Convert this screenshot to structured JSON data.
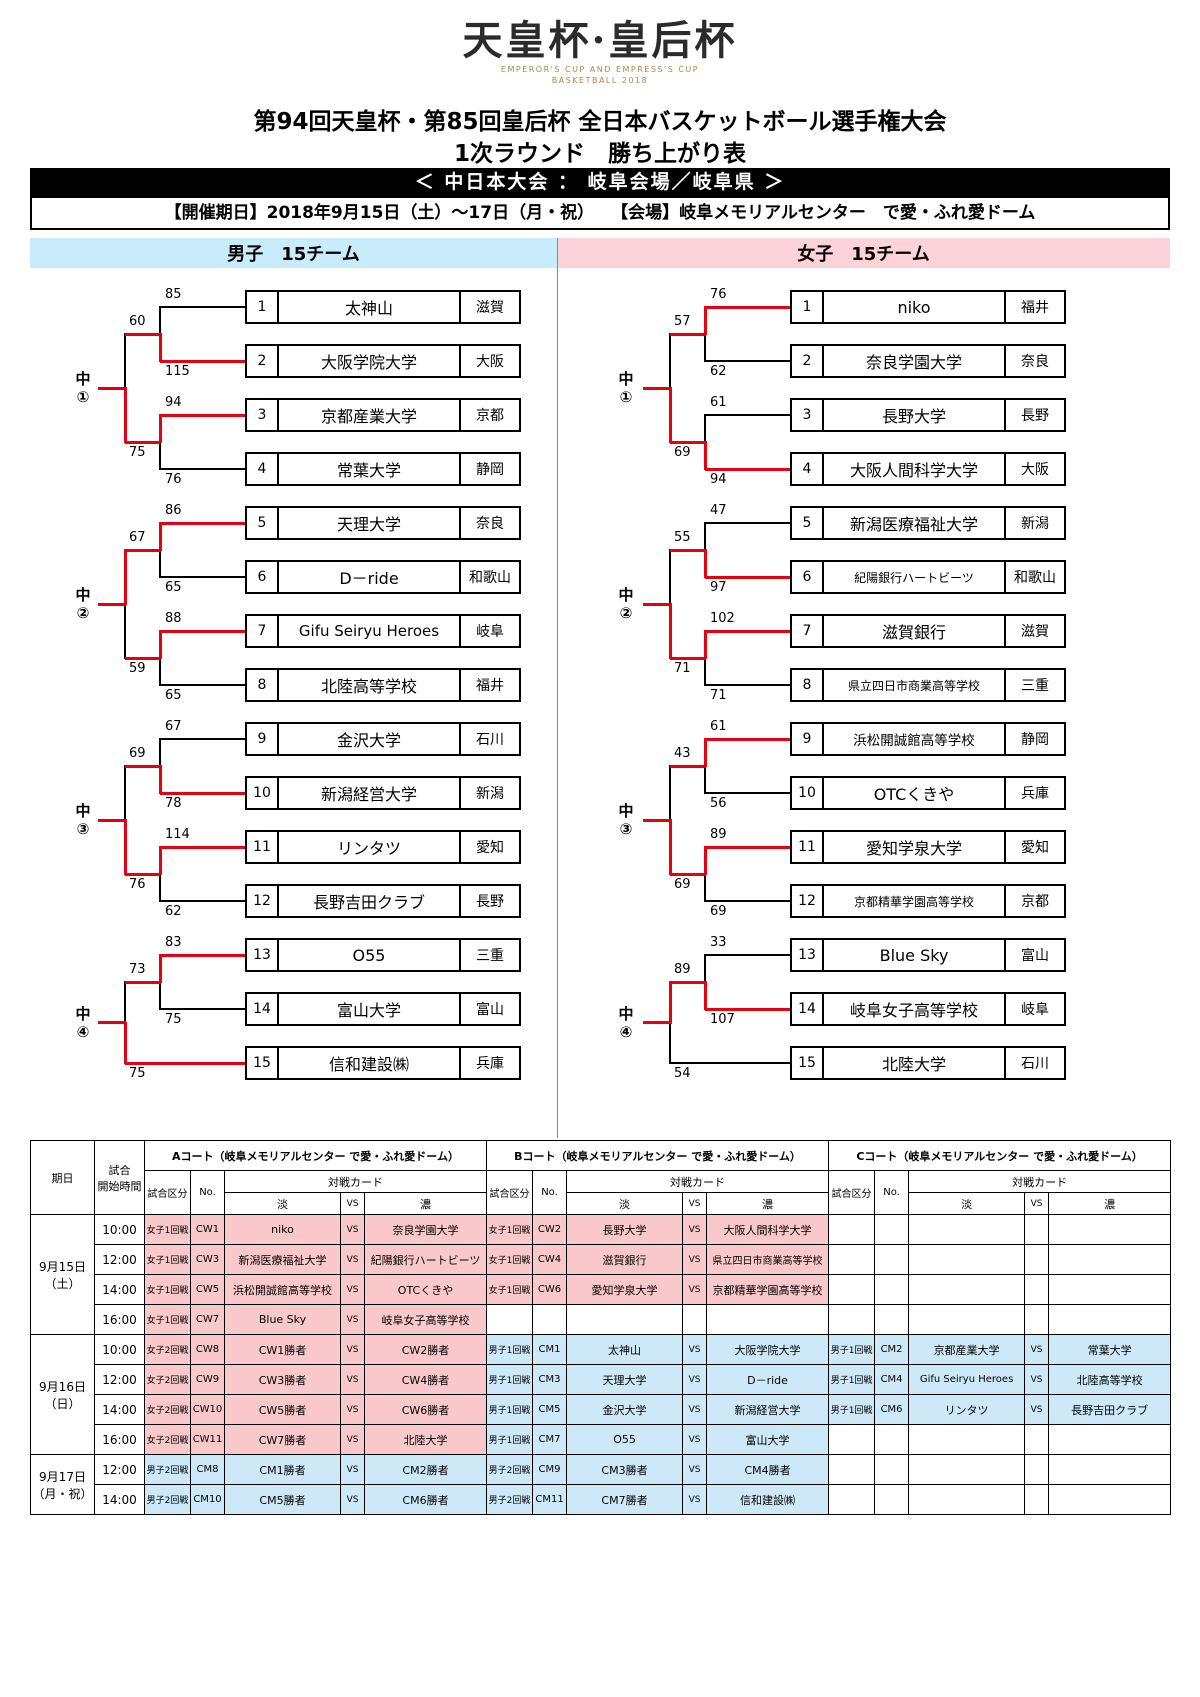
{
  "header": {
    "logo_main": "天皇杯·皇后杯",
    "logo_sub1": "EMPEROR'S CUP AND EMPRESS'S CUP",
    "logo_sub2": "BASKETBALL 2018",
    "title_line1": "第94回天皇杯・第85回皇后杯 全日本バスケットボール選手権大会",
    "title_line2": "1次ラウンド　勝ち上がり表",
    "banner": "＜ 中日本大会 ： 岐阜会場／岐阜県 ＞",
    "info": "【開催期日】2018年9月15日（土）～17日（月・祝）　　【会場】岐阜メモリアルセンター　で愛・ふれ愛ドーム"
  },
  "colors": {
    "winner_red": "#e60012",
    "men_header_bg": "#c9ecfb",
    "women_header_bg": "#fbd3d8",
    "schedule_women_bg": "#f8c8ca",
    "schedule_men_bg": "#cde9f8",
    "banner_bg": "#000000",
    "logo_gold": "#a98a4a"
  },
  "brackets": {
    "men": {
      "header": "男子　15チーム",
      "teams": [
        {
          "no": "1",
          "name": "太神山",
          "pref": "滋賀"
        },
        {
          "no": "2",
          "name": "大阪学院大学",
          "pref": "大阪"
        },
        {
          "no": "3",
          "name": "京都産業大学",
          "pref": "京都"
        },
        {
          "no": "4",
          "name": "常葉大学",
          "pref": "静岡"
        },
        {
          "no": "5",
          "name": "天理大学",
          "pref": "奈良"
        },
        {
          "no": "6",
          "name": "D－ride",
          "pref": "和歌山"
        },
        {
          "no": "7",
          "name": "Gifu Seiryu Heroes",
          "pref": "岐阜"
        },
        {
          "no": "8",
          "name": "北陸高等学校",
          "pref": "福井"
        },
        {
          "no": "9",
          "name": "金沢大学",
          "pref": "石川"
        },
        {
          "no": "10",
          "name": "新潟経営大学",
          "pref": "新潟"
        },
        {
          "no": "11",
          "name": "リンタツ",
          "pref": "愛知"
        },
        {
          "no": "12",
          "name": "長野吉田クラブ",
          "pref": "長野"
        },
        {
          "no": "13",
          "name": "O55",
          "pref": "三重"
        },
        {
          "no": "14",
          "name": "富山大学",
          "pref": "富山"
        },
        {
          "no": "15",
          "name": "信和建設㈱",
          "pref": "兵庫"
        }
      ],
      "round1": [
        {
          "scores": [
            "85",
            "115"
          ],
          "winner": 1
        },
        {
          "scores": [
            "94",
            "76"
          ],
          "winner": 0
        },
        {
          "scores": [
            "86",
            "65"
          ],
          "winner": 0
        },
        {
          "scores": [
            "88",
            "65"
          ],
          "winner": 0
        },
        {
          "scores": [
            "67",
            "78"
          ],
          "winner": 1
        },
        {
          "scores": [
            "114",
            "62"
          ],
          "winner": 0
        },
        {
          "scores": [
            "83",
            "75"
          ],
          "winner": 0
        }
      ],
      "round2": [
        {
          "scores": [
            "60",
            "75"
          ],
          "winner": 1,
          "label": "中①"
        },
        {
          "scores": [
            "67",
            "59"
          ],
          "winner": 0,
          "label": "中②"
        },
        {
          "scores": [
            "69",
            "76"
          ],
          "winner": 1,
          "label": "中③"
        },
        {
          "scores": [
            "73",
            "75"
          ],
          "winner": 1,
          "label": "中④"
        }
      ]
    },
    "women": {
      "header": "女子　15チーム",
      "teams": [
        {
          "no": "1",
          "name": "niko",
          "pref": "福井"
        },
        {
          "no": "2",
          "name": "奈良学園大学",
          "pref": "奈良"
        },
        {
          "no": "3",
          "name": "長野大学",
          "pref": "長野"
        },
        {
          "no": "4",
          "name": "大阪人間科学大学",
          "pref": "大阪"
        },
        {
          "no": "5",
          "name": "新潟医療福祉大学",
          "pref": "新潟"
        },
        {
          "no": "6",
          "name": "紀陽銀行ハートビーツ",
          "pref": "和歌山"
        },
        {
          "no": "7",
          "name": "滋賀銀行",
          "pref": "滋賀"
        },
        {
          "no": "8",
          "name": "県立四日市商業高等学校",
          "pref": "三重"
        },
        {
          "no": "9",
          "name": "浜松開誠館高等学校",
          "pref": "静岡"
        },
        {
          "no": "10",
          "name": "OTCくきや",
          "pref": "兵庫"
        },
        {
          "no": "11",
          "name": "愛知学泉大学",
          "pref": "愛知"
        },
        {
          "no": "12",
          "name": "京都精華学園高等学校",
          "pref": "京都"
        },
        {
          "no": "13",
          "name": "Blue Sky",
          "pref": "富山"
        },
        {
          "no": "14",
          "name": "岐阜女子高等学校",
          "pref": "岐阜"
        },
        {
          "no": "15",
          "name": "北陸大学",
          "pref": "石川"
        }
      ],
      "round1": [
        {
          "scores": [
            "76",
            "62"
          ],
          "winner": 0
        },
        {
          "scores": [
            "61",
            "94"
          ],
          "winner": 1
        },
        {
          "scores": [
            "47",
            "97"
          ],
          "winner": 1
        },
        {
          "scores": [
            "102",
            "71"
          ],
          "winner": 0
        },
        {
          "scores": [
            "61",
            "56"
          ],
          "winner": 0
        },
        {
          "scores": [
            "89",
            "69"
          ],
          "winner": 0
        },
        {
          "scores": [
            "33",
            "107"
          ],
          "winner": 1
        }
      ],
      "round2": [
        {
          "scores": [
            "57",
            "69"
          ],
          "winner": 1,
          "label": "中①"
        },
        {
          "scores": [
            "55",
            "71"
          ],
          "winner": 1,
          "label": "中②"
        },
        {
          "scores": [
            "43",
            "69"
          ],
          "winner": 1,
          "label": "中③"
        },
        {
          "scores": [
            "89",
            "54"
          ],
          "winner": 0,
          "label": "中④"
        }
      ]
    }
  },
  "schedule": {
    "court_headers": [
      "Aコート（岐阜メモリアルセンター で愛・ふれ愛ドーム）",
      "Bコート（岐阜メモリアルセンター で愛・ふれ愛ドーム）",
      "Cコート（岐阜メモリアルセンター で愛・ふれ愛ドーム）"
    ],
    "col_labels": {
      "date": "期日",
      "time": "試合\n開始時間",
      "division": "試合区分",
      "no": "No.",
      "card": "対戦カード",
      "light": "淡",
      "vs": "VS",
      "dark": "濃"
    },
    "days": [
      {
        "date": "9月15日\n（土）",
        "rows": [
          {
            "time": "10:00",
            "courts": [
              {
                "div": "女子1回戦",
                "no": "CW1",
                "light": "niko",
                "dark": "奈良学園大学",
                "type": "w"
              },
              {
                "div": "女子1回戦",
                "no": "CW2",
                "light": "長野大学",
                "dark": "大阪人間科学大学",
                "type": "w"
              },
              null
            ]
          },
          {
            "time": "12:00",
            "courts": [
              {
                "div": "女子1回戦",
                "no": "CW3",
                "light": "新潟医療福祉大学",
                "dark": "紀陽銀行ハートビーツ",
                "type": "w"
              },
              {
                "div": "女子1回戦",
                "no": "CW4",
                "light": "滋賀銀行",
                "dark": "県立四日市商業高等学校",
                "type": "w"
              },
              null
            ]
          },
          {
            "time": "14:00",
            "courts": [
              {
                "div": "女子1回戦",
                "no": "CW5",
                "light": "浜松開誠館高等学校",
                "dark": "OTCくきや",
                "type": "w"
              },
              {
                "div": "女子1回戦",
                "no": "CW6",
                "light": "愛知学泉大学",
                "dark": "京都精華学園高等学校",
                "type": "w"
              },
              null
            ]
          },
          {
            "time": "16:00",
            "courts": [
              {
                "div": "女子1回戦",
                "no": "CW7",
                "light": "Blue Sky",
                "dark": "岐阜女子高等学校",
                "type": "w"
              },
              null,
              null
            ]
          }
        ]
      },
      {
        "date": "9月16日\n（日）",
        "rows": [
          {
            "time": "10:00",
            "courts": [
              {
                "div": "女子2回戦",
                "no": "CW8",
                "light": "CW1勝者",
                "dark": "CW2勝者",
                "type": "w"
              },
              {
                "div": "男子1回戦",
                "no": "CM1",
                "light": "太神山",
                "dark": "大阪学院大学",
                "type": "m"
              },
              {
                "div": "男子1回戦",
                "no": "CM2",
                "light": "京都産業大学",
                "dark": "常葉大学",
                "type": "m"
              }
            ]
          },
          {
            "time": "12:00",
            "courts": [
              {
                "div": "女子2回戦",
                "no": "CW9",
                "light": "CW3勝者",
                "dark": "CW4勝者",
                "type": "w"
              },
              {
                "div": "男子1回戦",
                "no": "CM3",
                "light": "天理大学",
                "dark": "D－ride",
                "type": "m"
              },
              {
                "div": "男子1回戦",
                "no": "CM4",
                "light": "Gifu Seiryu Heroes",
                "dark": "北陸高等学校",
                "type": "m"
              }
            ]
          },
          {
            "time": "14:00",
            "courts": [
              {
                "div": "女子2回戦",
                "no": "CW10",
                "light": "CW5勝者",
                "dark": "CW6勝者",
                "type": "w"
              },
              {
                "div": "男子1回戦",
                "no": "CM5",
                "light": "金沢大学",
                "dark": "新潟経営大学",
                "type": "m"
              },
              {
                "div": "男子1回戦",
                "no": "CM6",
                "light": "リンタツ",
                "dark": "長野吉田クラブ",
                "type": "m"
              }
            ]
          },
          {
            "time": "16:00",
            "courts": [
              {
                "div": "女子2回戦",
                "no": "CW11",
                "light": "CW7勝者",
                "dark": "北陸大学",
                "type": "w"
              },
              {
                "div": "男子1回戦",
                "no": "CM7",
                "light": "O55",
                "dark": "富山大学",
                "type": "m"
              },
              null
            ]
          }
        ]
      },
      {
        "date": "9月17日\n（月・祝）",
        "rows": [
          {
            "time": "12:00",
            "courts": [
              {
                "div": "男子2回戦",
                "no": "CM8",
                "light": "CM1勝者",
                "dark": "CM2勝者",
                "type": "m"
              },
              {
                "div": "男子2回戦",
                "no": "CM9",
                "light": "CM3勝者",
                "dark": "CM4勝者",
                "type": "m"
              },
              null
            ]
          },
          {
            "time": "14:00",
            "courts": [
              {
                "div": "男子2回戦",
                "no": "CM10",
                "light": "CM5勝者",
                "dark": "CM6勝者",
                "type": "m"
              },
              {
                "div": "男子2回戦",
                "no": "CM11",
                "light": "CM7勝者",
                "dark": "信和建設㈱",
                "type": "m"
              },
              null
            ]
          }
        ]
      }
    ]
  }
}
